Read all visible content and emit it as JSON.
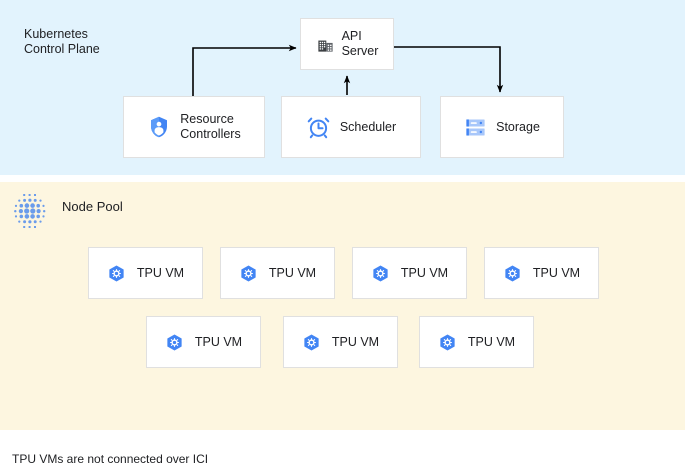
{
  "diagram": {
    "caption": "TPU VMs are not connected over ICI",
    "colors": {
      "control_plane_bg": "#e2f3fd",
      "node_pool_bg": "#fdf6e0",
      "card_bg": "#ffffff",
      "card_border": "#e0e0e0",
      "accent_blue": "#4285f4",
      "icon_light_blue": "#8ab4f8",
      "connector": "#000000",
      "text": "#202124"
    }
  },
  "control_plane": {
    "title": "Kubernetes\nControl Plane",
    "nodes": [
      {
        "id": "api-server",
        "label": "API\nServer",
        "icon": "building-icon"
      },
      {
        "id": "resource-controllers",
        "label": "Resource\nControllers",
        "icon": "shield-user-icon"
      },
      {
        "id": "scheduler",
        "label": "Scheduler",
        "icon": "alarm-clock-icon"
      },
      {
        "id": "storage",
        "label": "Storage",
        "icon": "server-stack-icon"
      }
    ],
    "connectors": [
      {
        "id": "resource-controllers-to-api-server",
        "from": "resource-controllers",
        "to": "api-server",
        "direction": "up-right"
      },
      {
        "id": "scheduler-to-api-server",
        "from": "scheduler",
        "to": "api-server",
        "direction": "up"
      },
      {
        "id": "api-server-to-storage",
        "from": "api-server",
        "to": "storage",
        "direction": "right-down"
      }
    ]
  },
  "node_pool": {
    "title": "Node Pool",
    "icon": "dot-grid-icon",
    "vm_label": "TPU VM",
    "vm_icon": "tpu-hex-icon",
    "rows": [
      {
        "id": "tpu-vm-row-1",
        "vms": [
          {
            "id": "tpu-vm-1",
            "label": "TPU VM"
          },
          {
            "id": "tpu-vm-2",
            "label": "TPU VM"
          },
          {
            "id": "tpu-vm-3",
            "label": "TPU VM"
          },
          {
            "id": "tpu-vm-4",
            "label": "TPU VM"
          }
        ]
      },
      {
        "id": "tpu-vm-row-2",
        "vms": [
          {
            "id": "tpu-vm-5",
            "label": "TPU VM"
          },
          {
            "id": "tpu-vm-6",
            "label": "TPU VM"
          },
          {
            "id": "tpu-vm-7",
            "label": "TPU VM"
          }
        ]
      }
    ]
  }
}
